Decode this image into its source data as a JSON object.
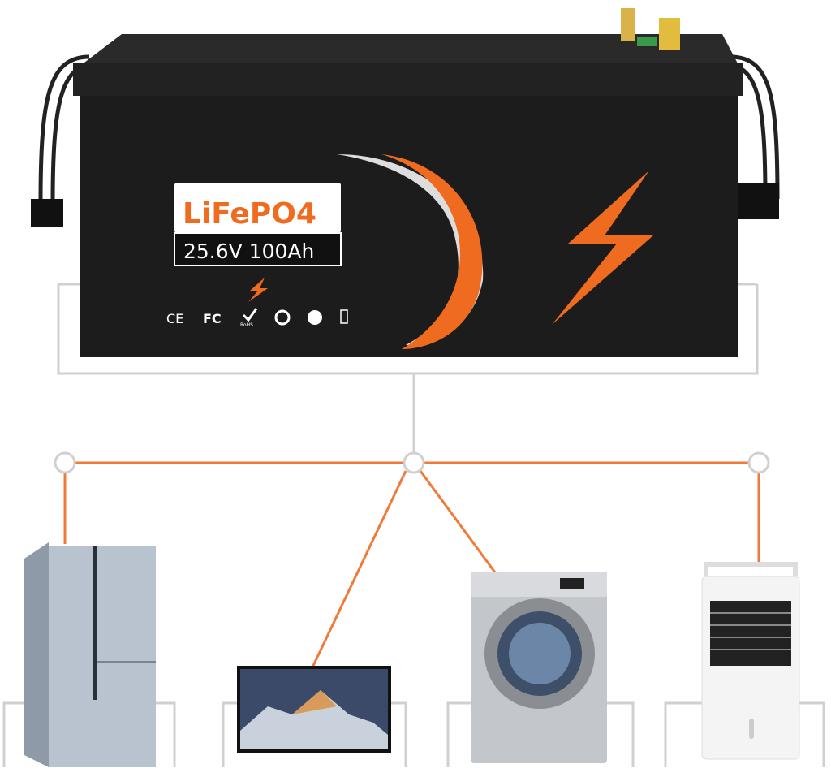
{
  "battery": {
    "chemistry": "LiFePO4",
    "rating": "25.6V 100Ah",
    "certifications": [
      "CE",
      "FC",
      "RoHS",
      "recycle-icon",
      "no-fire-icon",
      "weee-bin-icon"
    ],
    "colors": {
      "body": "#1c1c1c",
      "accent": "#ef6b1f",
      "terminal": "#d9b24a"
    }
  },
  "appliances": [
    {
      "name": "refrigerator",
      "icon": "refrigerator-icon"
    },
    {
      "name": "television",
      "icon": "tv-icon"
    },
    {
      "name": "washing-machine",
      "icon": "washing-machine-icon"
    },
    {
      "name": "air-cooler",
      "icon": "air-cooler-icon"
    }
  ],
  "colors": {
    "connector": "#ef7a3a",
    "frame": "#d0d0d0"
  }
}
